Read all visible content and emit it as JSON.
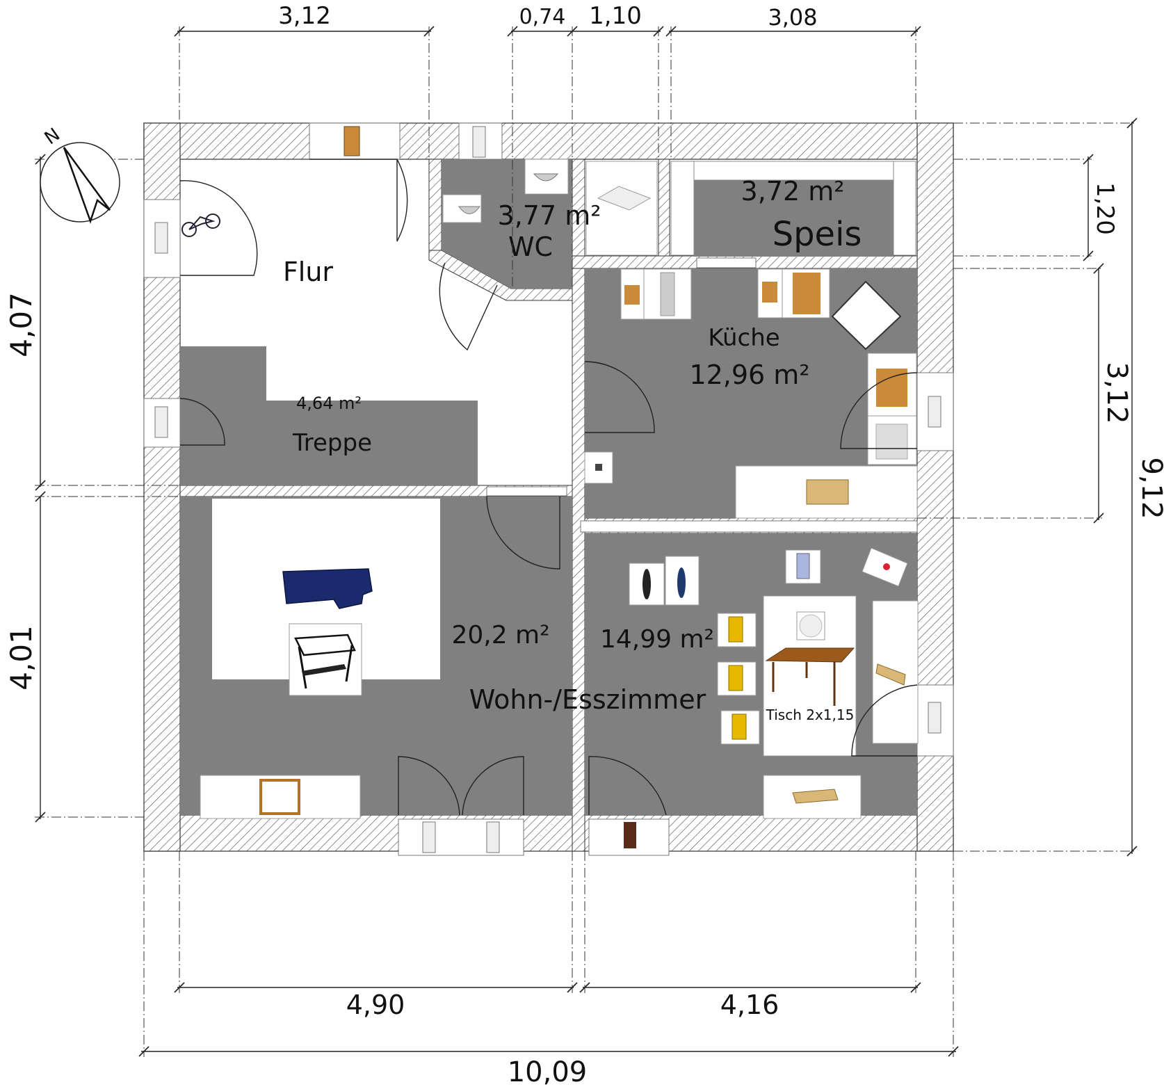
{
  "dimensions": {
    "top_flur": "3,12",
    "top_wc_small": "0,74",
    "top_wc": "1,10",
    "top_speis": "3,08",
    "left_upper": "4,07",
    "left_lower": "4,01",
    "right_speis": "1,20",
    "right_kueche": "3,12",
    "right_total": "9,12",
    "bottom_wohn": "4,90",
    "bottom_ess": "4,16",
    "bottom_total": "10,09"
  },
  "rooms": {
    "flur": {
      "name": "Flur"
    },
    "treppe": {
      "name": "Treppe",
      "area": "4,64 m²"
    },
    "wc": {
      "name": "WC",
      "area": "3,77 m²"
    },
    "speis": {
      "name": "Speis",
      "area": "3,72 m²"
    },
    "kueche": {
      "name": "Küche",
      "area": "12,96 m²"
    },
    "wohn": {
      "name": "Wohn-/Esszimmer",
      "area": "20,2 m²"
    },
    "ess": {
      "area": "14,99 m²"
    }
  },
  "furniture": {
    "table_label": "Tisch 2x1,15"
  },
  "compass": {
    "north_letter": "N"
  },
  "colors": {
    "room_fill": "#808080",
    "wall_hatch": "#555555",
    "sofa": "#1a2a6c",
    "wood": "#b5722a",
    "chair": "#e6b800"
  }
}
